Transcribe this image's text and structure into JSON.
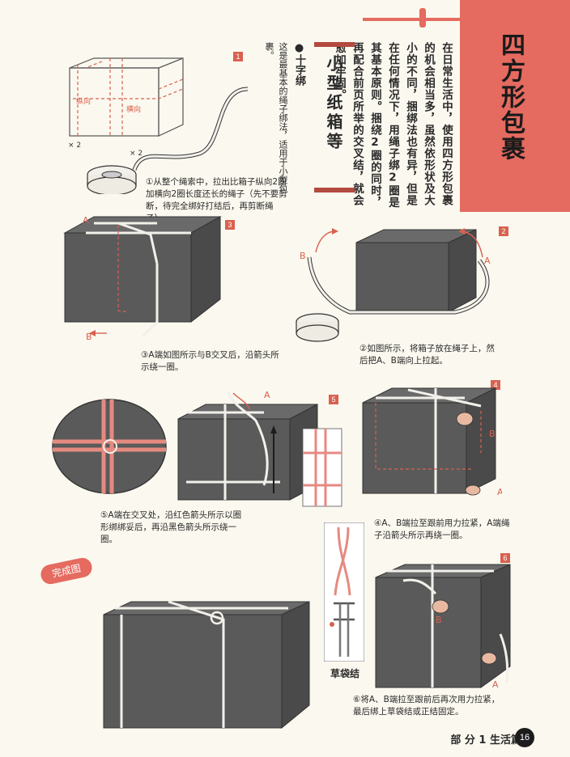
{
  "header": {
    "title": "四方形包裹",
    "intro": "在日常生活中，使用四方形包裹的机会相当多，虽然依形状及大小的不同，捆绑法也有异，但是在任何情况下，用绳子绑2圈是其基本原则。捆绕2圈的同时，再配合前页所举的交叉结，就会愈加牢固。",
    "subtitle": "小型纸箱等",
    "bullet": "●十字绑",
    "desc": "这是最基本的绳子绑法，适用于小型包裹。"
  },
  "steps": {
    "s1": {
      "num": "1",
      "caption": "①从整个绳索中，拉出比箱子纵向2圈加横向2圈长度还长的绳子（先不要剪断，待完全绑好打结后，再剪断绳子）。",
      "label_vertical": "纵向",
      "label_horizontal": "横向",
      "times_a": "× 2",
      "times_b": "× 2"
    },
    "s2": {
      "num": "2",
      "caption": "②如图所示，将箱子放在绳子上，然后把A、B端向上拉起。",
      "label_a": "A",
      "label_b": "B"
    },
    "s3": {
      "num": "3",
      "caption": "③A端如图所示与B交叉后，沿箭头所示绕一圈。",
      "label_a": "A",
      "label_b": "B"
    },
    "s4": {
      "num": "4",
      "caption": "④A、B端拉至跟前用力拉紧，A端绳子沿箭头所示再绕一圈。",
      "label_a": "A",
      "label_b": "B"
    },
    "s5": {
      "num": "5",
      "caption": "⑤A端在交叉处，沿红色箭头所示以圈形绑绑妥后，再沿黑色箭头所示绕一圈。",
      "label_a": "A"
    },
    "s6": {
      "num": "6",
      "caption": "⑥将A、B端拉至跟前后再次用力拉紧，最后绑上草袋结或正结固定。",
      "label_a": "A",
      "label_b": "B"
    }
  },
  "done_label": "完成图",
  "knot_label": "草袋结",
  "footer": {
    "section": "部 分 1   生活篇",
    "page": "16"
  },
  "colors": {
    "accent": "#e56a5f",
    "box": "#5a5a5a",
    "rope": "#f2f0ea",
    "red_rope": "#e58a80"
  }
}
